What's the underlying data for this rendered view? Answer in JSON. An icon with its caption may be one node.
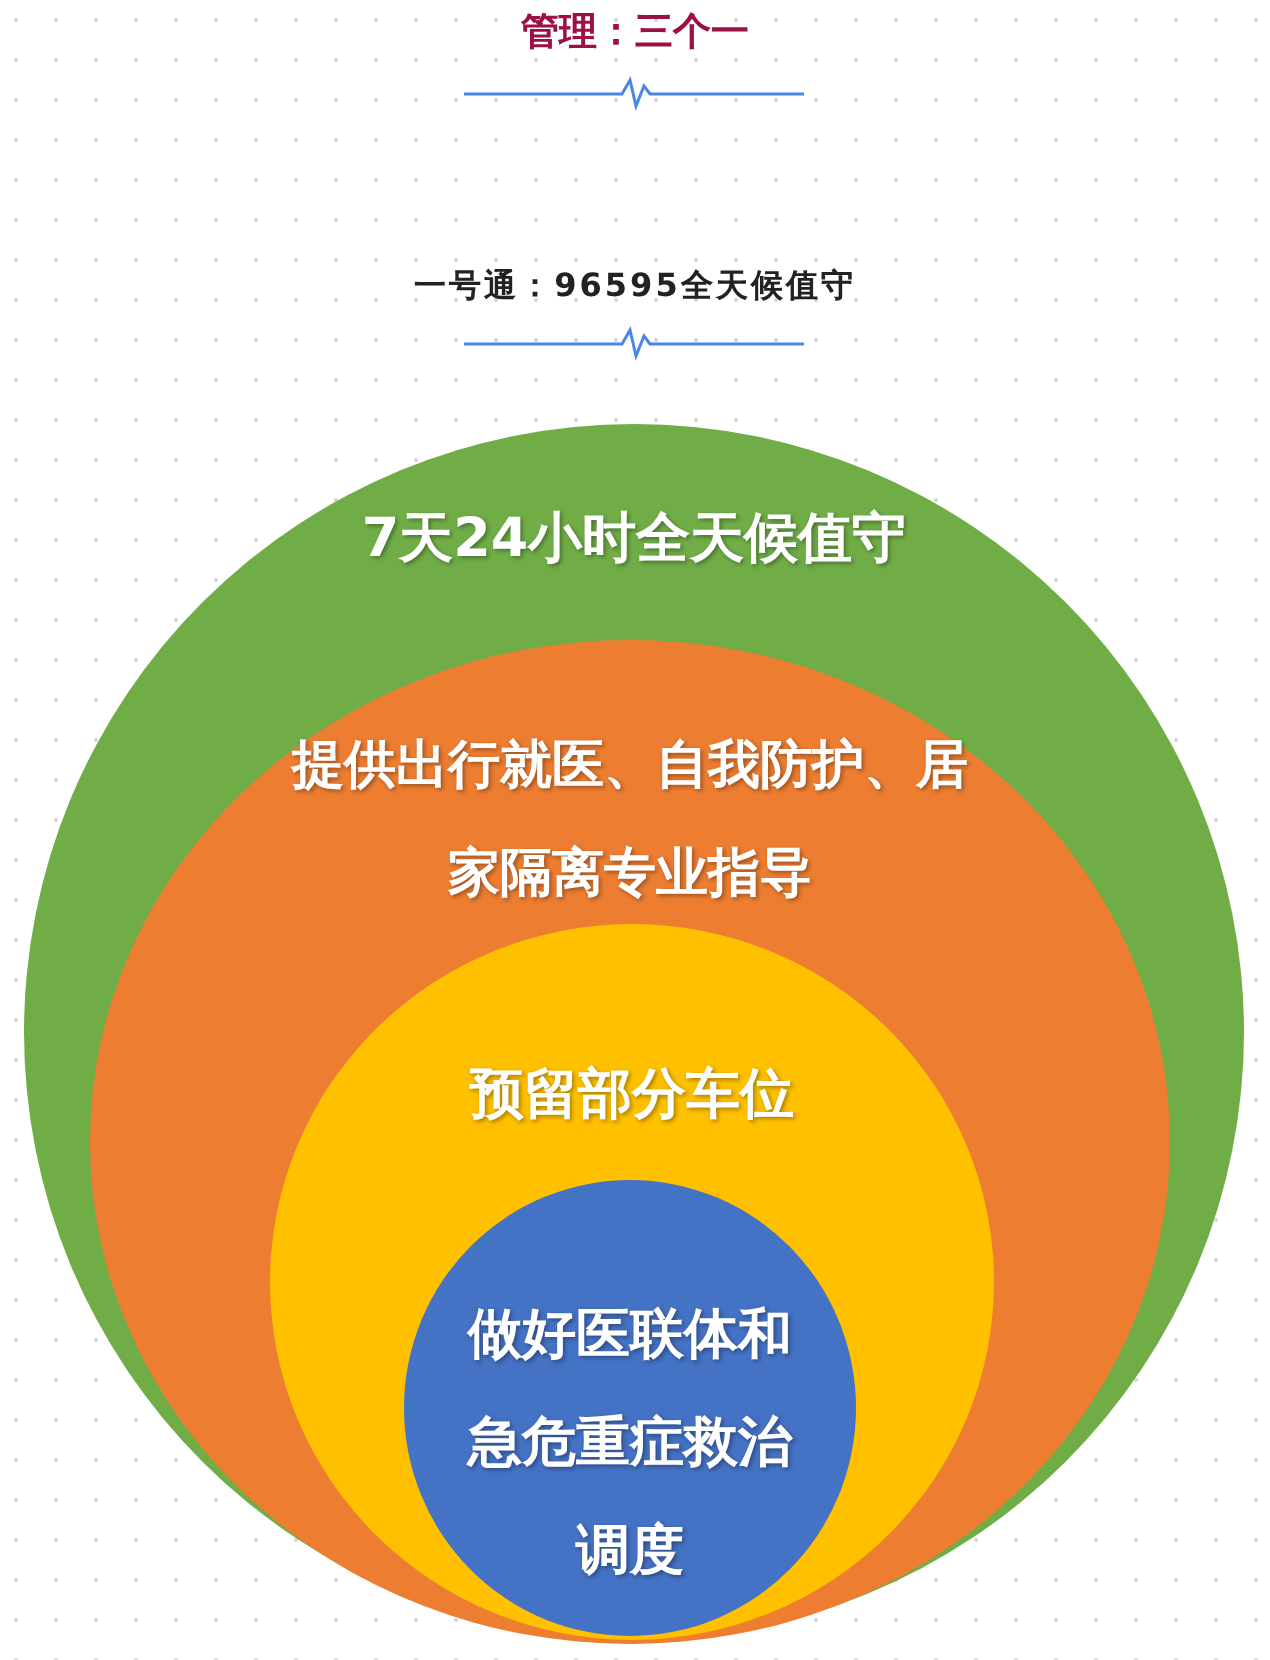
{
  "diagram": {
    "title": "管理：三个一",
    "nodes": [
      {
        "text": [
          "7天24小时全天候值守"
        ]
      },
      {
        "text": [
          "提供出行就医、自我防护、居家隔离专业指导"
        ],
        "in": 0
      },
      {
        "text": [
          "预留部分车位"
        ],
        "in": 1
      },
      {
        "text": [
          "做好医联体和急危重症救治调度"
        ],
        "in": 2
      }
    ],
    "labels": [
      "一号通：96595全天候值守"
    ]
  }
}
